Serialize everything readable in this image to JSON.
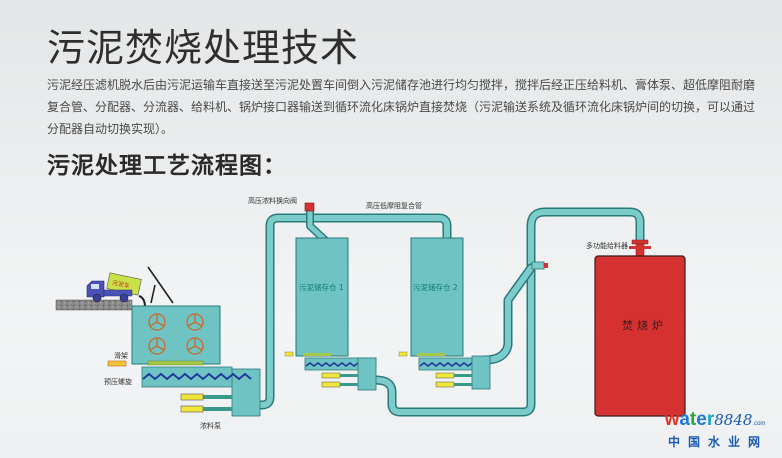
{
  "header": {
    "title": "污泥焚烧处理技术",
    "description": "污泥经压滤机脱水后由污泥运输车直接送至污泥处置车间倒入污泥储存池进行均匀搅拌，搅拌后经正压给料机、膏体泵、超低摩阻耐磨复合管、分配器、分流器、给料机、锅炉接口器输送到循环流化床锅炉直接焚烧（污泥输送系统及循环流化床锅炉间的切换，可以通过分配器自动切换实现）。",
    "section_title": "污泥处理工艺流程图："
  },
  "diagram": {
    "truck_label": "污泥车",
    "labels": {
      "reversing_valve": "高压浓料换向阀",
      "composite_pipe": "高压低摩阻复合管",
      "multi_feeder": "多功能给料器",
      "slide_frame": "滑架",
      "pre_screw": "预压螺旋",
      "thick_pump": "浓料泵"
    },
    "silos": [
      {
        "label": "污泥储存仓 1"
      },
      {
        "label": "污泥储存仓 2"
      }
    ],
    "furnace": {
      "label": "焚烧炉"
    },
    "colors": {
      "equipment_teal": "#6fc3c3",
      "pipe_teal": "#7ccccc",
      "outline": "#2a7a7a",
      "furnace_red": "#d63131",
      "cylinder_yellow": "#f0e63a",
      "screw_blue": "#1f3a9a"
    }
  },
  "watermark": {
    "brand_w": "w",
    "brand_a": "a",
    "brand_t": "t",
    "brand_e": "e",
    "brand_r": "r",
    "brand_num": "8848",
    "brand_com": ".com",
    "cn_name": "中国水业网"
  }
}
